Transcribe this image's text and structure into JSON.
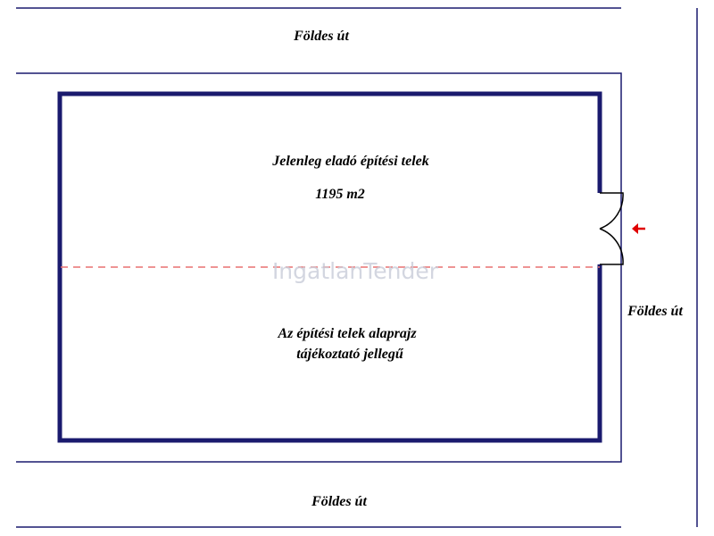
{
  "roads": {
    "top": "Földes út",
    "right": "Földes út",
    "bottom": "Földes út"
  },
  "plot": {
    "title": "Jelenleg eladó építési telek",
    "area": "1195 m2",
    "note_line1": "Az építési telek alaprajz",
    "note_line2": "tájékoztató jellegű"
  },
  "watermark": "IngatlanTender",
  "colors": {
    "plot_border": "#1a1a6e",
    "road_line": "#1a1a6e",
    "dashed_line": "#e87070",
    "arrow": "#e00000"
  }
}
